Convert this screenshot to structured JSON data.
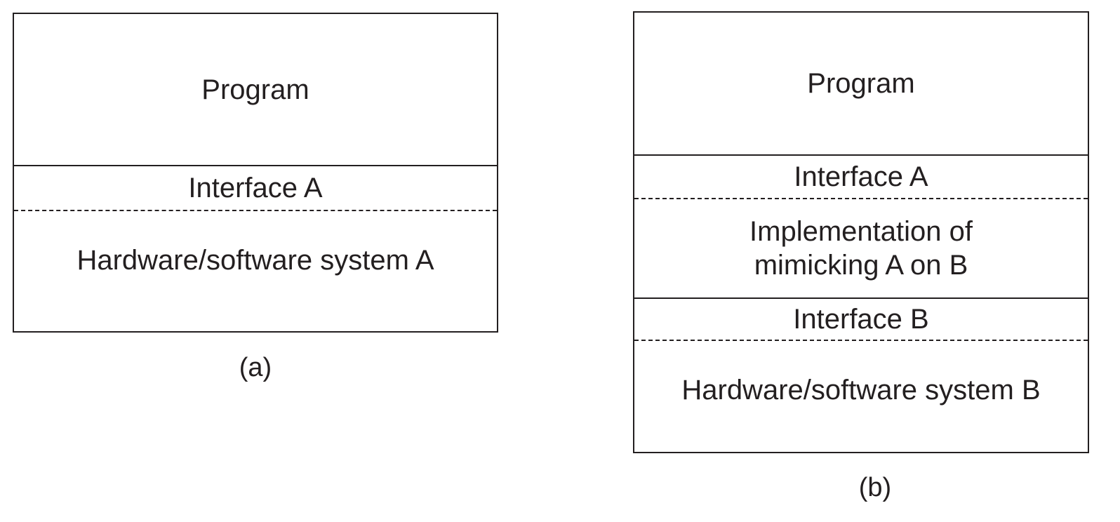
{
  "diagram_a": {
    "layers": {
      "program": "Program",
      "interface": "Interface A",
      "system": "Hardware/software system A"
    },
    "caption": "(a)"
  },
  "diagram_b": {
    "layers": {
      "program": "Program",
      "interface_top": "Interface A",
      "implementation_line1": "Implementation of",
      "implementation_line2": "mimicking A on B",
      "interface_bottom": "Interface B",
      "system": "Hardware/software system B"
    },
    "caption": "(b)"
  }
}
